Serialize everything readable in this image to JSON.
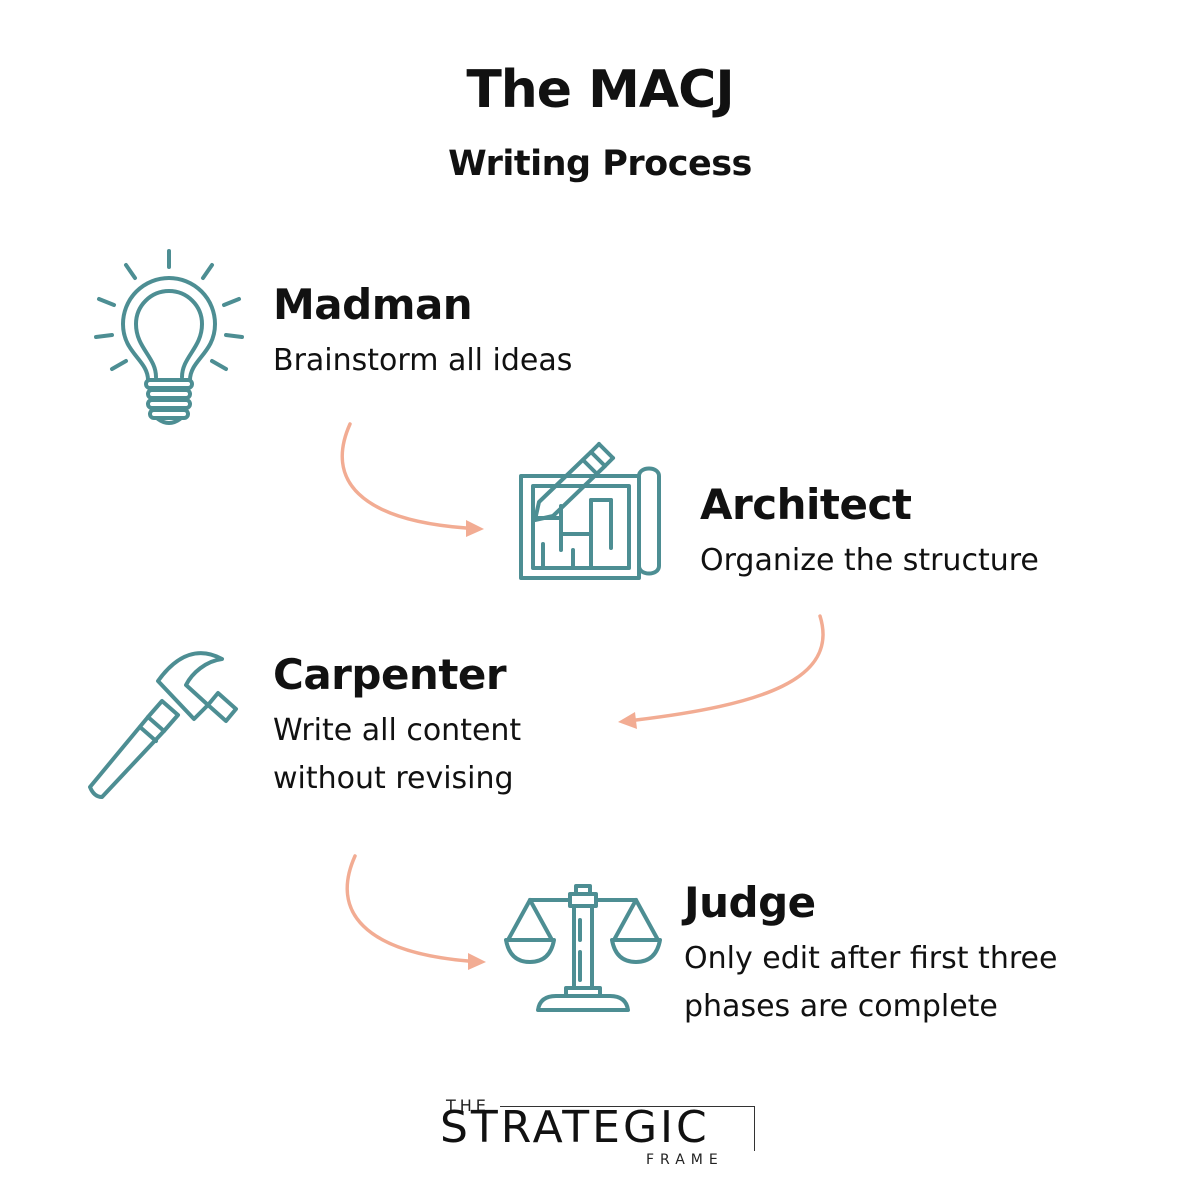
{
  "header": {
    "title": "The MACJ",
    "subtitle": "Writing Process"
  },
  "stages": [
    {
      "title": "Madman",
      "description": [
        "Brainstorm all ideas"
      ],
      "icon": "lightbulb-icon"
    },
    {
      "title": "Architect",
      "description": [
        "Organize the structure"
      ],
      "icon": "blueprint-icon"
    },
    {
      "title": "Carpenter",
      "description": [
        "Write all content",
        "without revising"
      ],
      "icon": "hammer-icon"
    },
    {
      "title": "Judge",
      "description": [
        "Only edit after first three",
        "phases are complete"
      ],
      "icon": "scales-icon"
    }
  ],
  "colors": {
    "icon": "#4d8e93",
    "arrow": "#f2ac93",
    "text": "#111111"
  },
  "logo": {
    "line1": "THE",
    "line2": "STRATEGIC",
    "line3": "FRAME"
  }
}
